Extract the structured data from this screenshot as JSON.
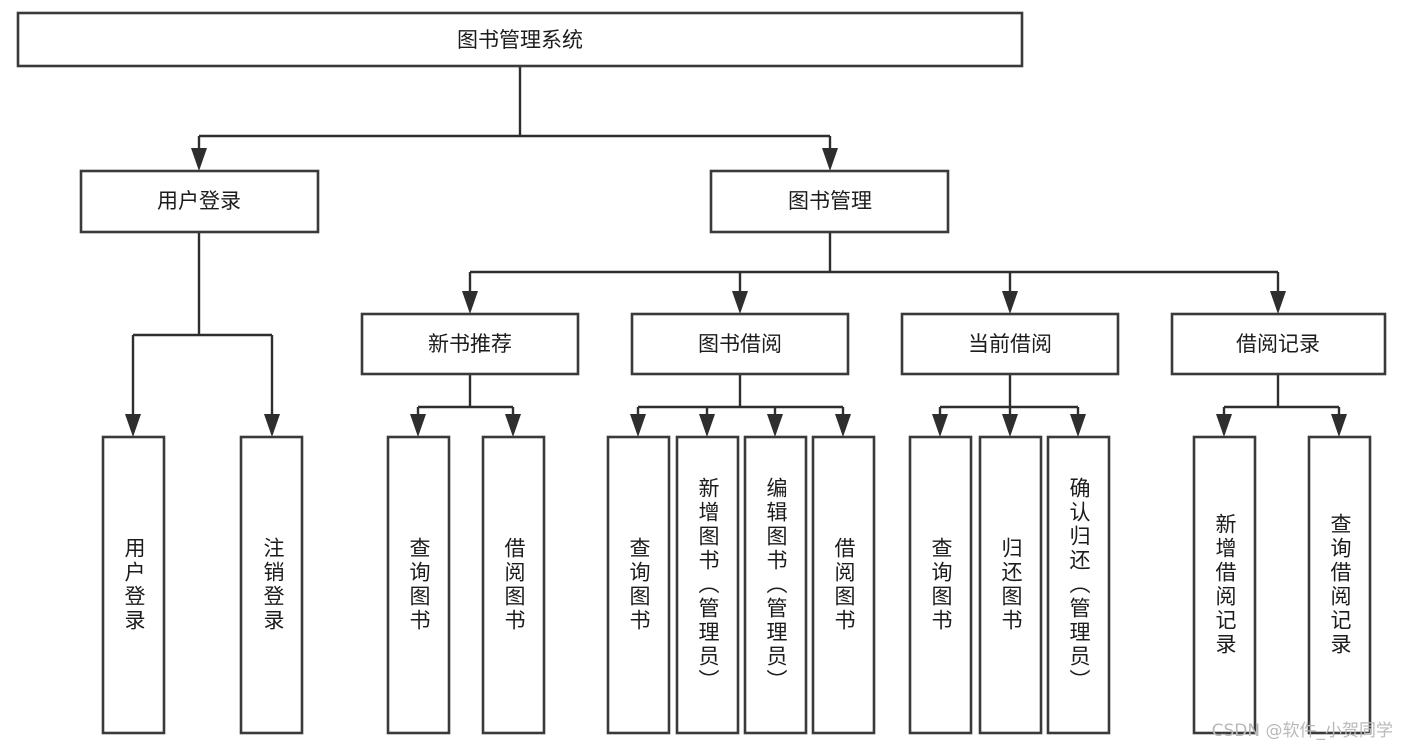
{
  "diagram": {
    "type": "tree-hierarchy",
    "title": "图书管理系统",
    "watermark": "CSDN @软件_小贺同学",
    "colors": {
      "background": "#ffffff",
      "box_stroke": "#3a3a3a",
      "line": "#2e2e2e",
      "text": "#1c1c1c",
      "watermark": "#b9b9b9"
    },
    "levels": {
      "root": {
        "label": "图书管理系统",
        "orientation": "horizontal"
      },
      "level2": [
        {
          "label": "用户登录",
          "orientation": "horizontal"
        },
        {
          "label": "图书管理",
          "orientation": "horizontal"
        }
      ],
      "level3": [
        {
          "label": "新书推荐",
          "orientation": "horizontal"
        },
        {
          "label": "图书借阅",
          "orientation": "horizontal"
        },
        {
          "label": "当前借阅",
          "orientation": "horizontal"
        },
        {
          "label": "借阅记录",
          "orientation": "horizontal"
        }
      ],
      "leaves": [
        {
          "label": "用户登录",
          "orientation": "vertical",
          "parent": "用户登录"
        },
        {
          "label": "注销登录",
          "orientation": "vertical",
          "parent": "用户登录"
        },
        {
          "label": "查询图书",
          "orientation": "vertical",
          "parent": "新书推荐"
        },
        {
          "label": "借阅图书",
          "orientation": "vertical",
          "parent": "新书推荐"
        },
        {
          "label": "查询图书",
          "orientation": "vertical",
          "parent": "图书借阅"
        },
        {
          "label": "新增图书（管理员）",
          "orientation": "vertical",
          "parent": "图书借阅"
        },
        {
          "label": "编辑图书（管理员）",
          "orientation": "vertical",
          "parent": "图书借阅"
        },
        {
          "label": "借阅图书",
          "orientation": "vertical",
          "parent": "图书借阅"
        },
        {
          "label": "查询图书",
          "orientation": "vertical",
          "parent": "当前借阅"
        },
        {
          "label": "归还图书",
          "orientation": "vertical",
          "parent": "当前借阅"
        },
        {
          "label": "确认归还（管理员）",
          "orientation": "vertical",
          "parent": "当前借阅"
        },
        {
          "label": "新增借阅记录",
          "orientation": "vertical",
          "parent": "借阅记录"
        },
        {
          "label": "查询借阅记录",
          "orientation": "vertical",
          "parent": "借阅记录"
        }
      ]
    }
  }
}
